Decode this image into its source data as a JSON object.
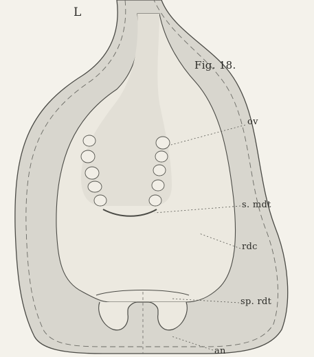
{
  "figure": {
    "corner_label": "L",
    "title": "Fig. 18.",
    "labels": {
      "ov": "ov",
      "s_mdt": "s. mdt",
      "rdc": "rdc",
      "sp_rdt": "sp. rdt",
      "an": "an"
    }
  },
  "colors": {
    "paper": "#f4f2eb",
    "ink": "#4a4a45",
    "shade": "#d8d6ce",
    "wall": "#c9c7be"
  }
}
